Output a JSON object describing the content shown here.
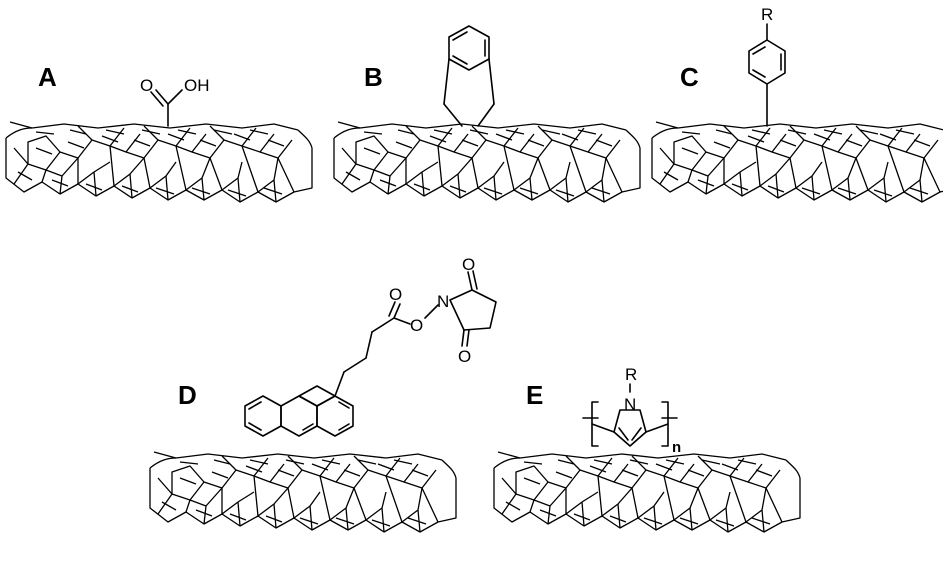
{
  "panels": [
    {
      "label": "A",
      "atoms": [
        "O",
        "OH"
      ]
    },
    {
      "label": "B",
      "atoms": []
    },
    {
      "label": "C",
      "atoms": [
        "R"
      ]
    },
    {
      "label": "D",
      "atoms": [
        "O",
        "O",
        "N",
        "O",
        "O"
      ]
    },
    {
      "label": "E",
      "atoms": [
        "R",
        "N"
      ],
      "subscript": "n"
    }
  ]
}
